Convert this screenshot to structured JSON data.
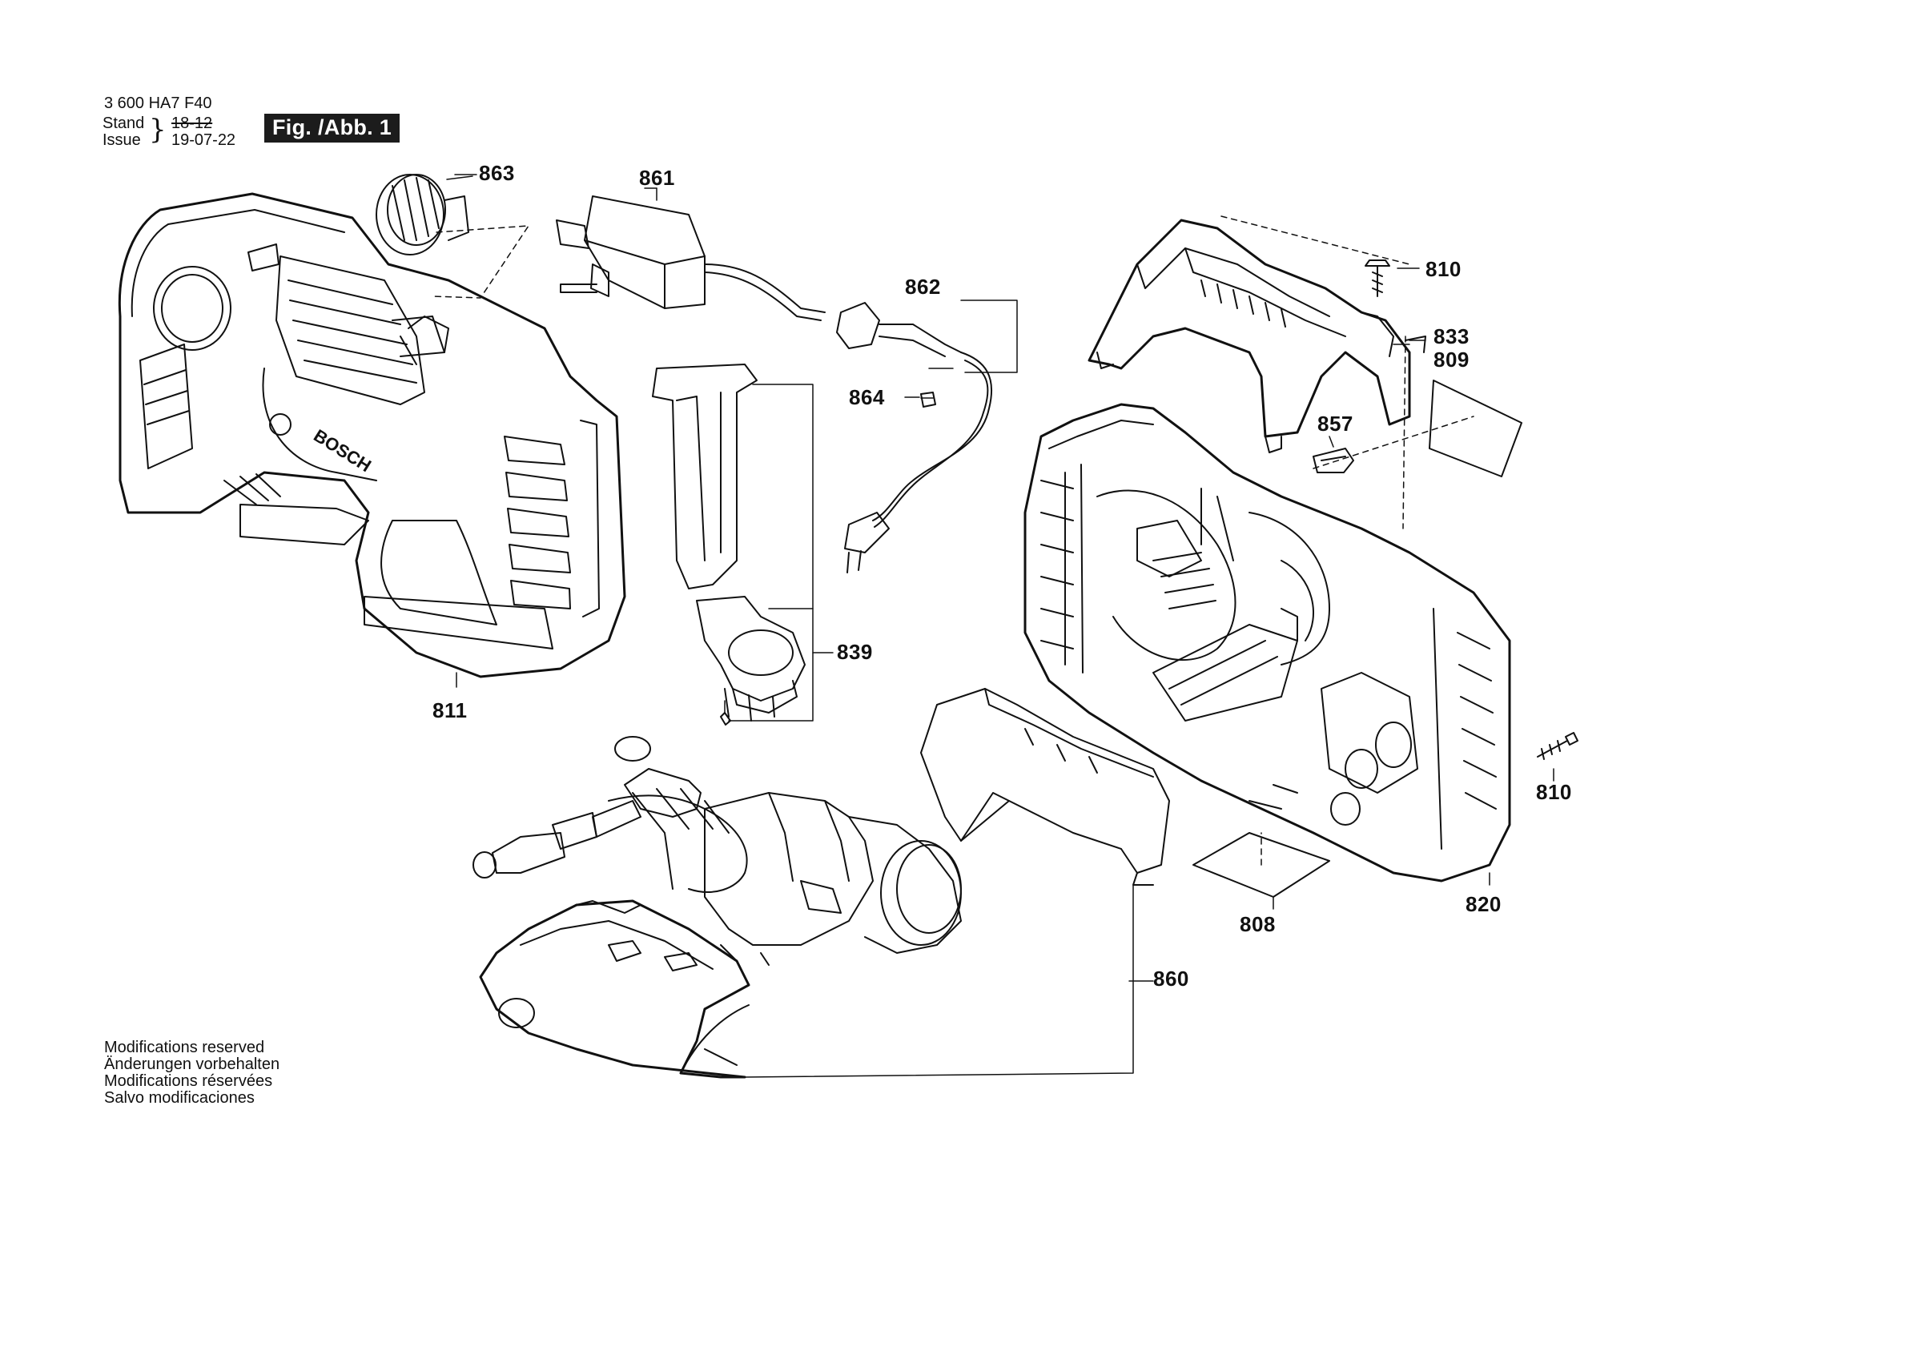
{
  "header": {
    "doc_number": "3 600 HA7 F40",
    "stand_label": "Stand",
    "issue_label": "Issue",
    "stand_value_struck": "18-12",
    "issue_value": "19-07-22",
    "figure_label": "Fig. /Abb. 1"
  },
  "callouts": {
    "c863": "863",
    "c861": "861",
    "c862": "862",
    "c864": "864",
    "c810_top": "810",
    "c833": "833",
    "c809": "809",
    "c857": "857",
    "c811": "811",
    "c839": "839",
    "c810_right": "810",
    "c820": "820",
    "c808": "808",
    "c860": "860"
  },
  "notes": [
    "Modifications reserved",
    "Änderungen vorbehalten",
    "Modifications réservées",
    "Salvo modificaciones"
  ],
  "housing_logo": "BOSCH"
}
